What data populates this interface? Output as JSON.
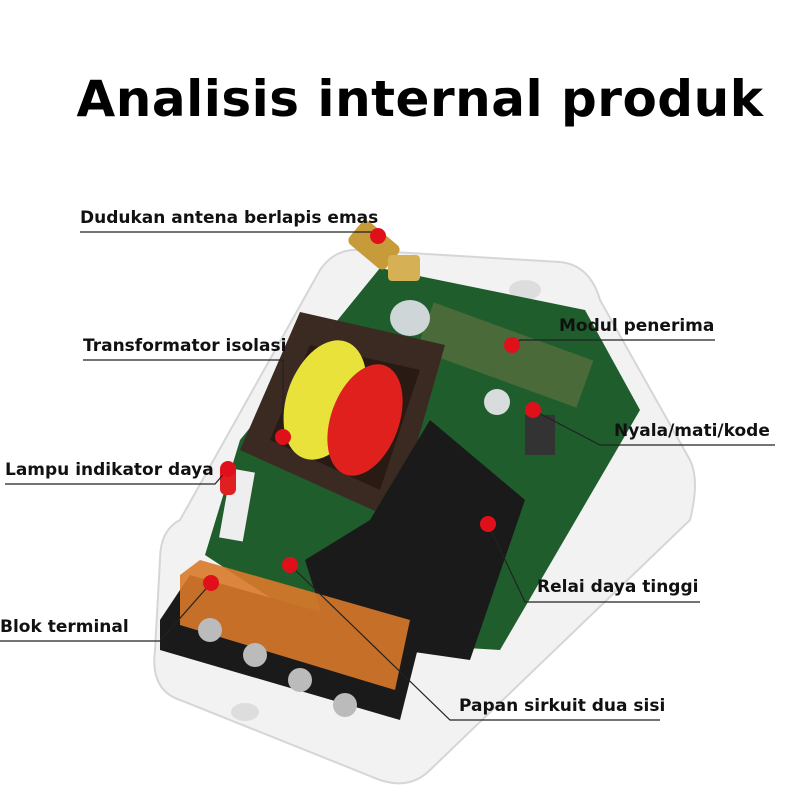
{
  "title": "Analisis internal produk",
  "labels": {
    "antenna": "Dudukan antena berlapis emas",
    "receiver": "Modul penerima",
    "transformer": "Transformator isolasi",
    "switch": "Nyala/mati/kode",
    "indicator": "Lampu indikator daya",
    "relay": "Relai daya tinggi",
    "terminal": "Blok terminal",
    "pcb": "Papan sirkuit dua sisi"
  },
  "colors": {
    "marker": "#e0101a",
    "pcb": "#1f5e2c",
    "terminal": "#d9792a"
  }
}
